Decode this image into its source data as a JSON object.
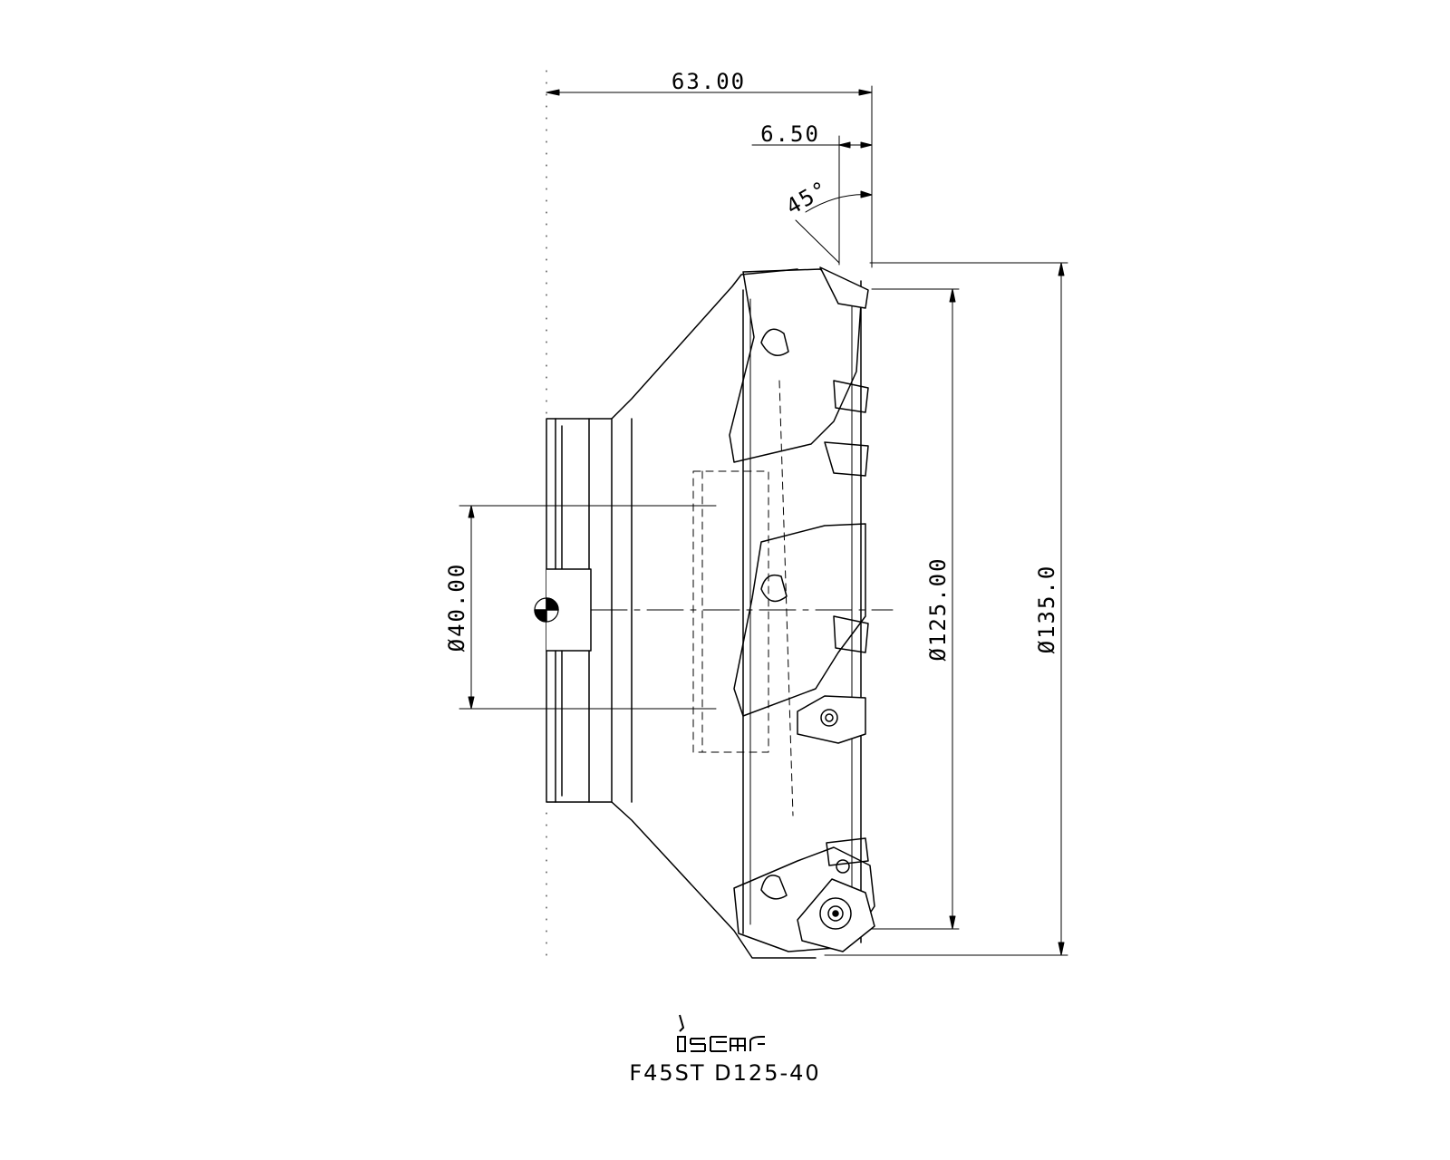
{
  "dimensions": {
    "overall_length": "63.00",
    "chamfer_width": "6.50",
    "lead_angle": "45°",
    "bore_diameter": "Ø40.00",
    "cutting_diameter": "Ø125.00",
    "max_diameter": "Ø135.0"
  },
  "brand": {
    "logo_icon": "iscar-logo-icon"
  },
  "title_block": {
    "model": "F45ST D125-40"
  }
}
